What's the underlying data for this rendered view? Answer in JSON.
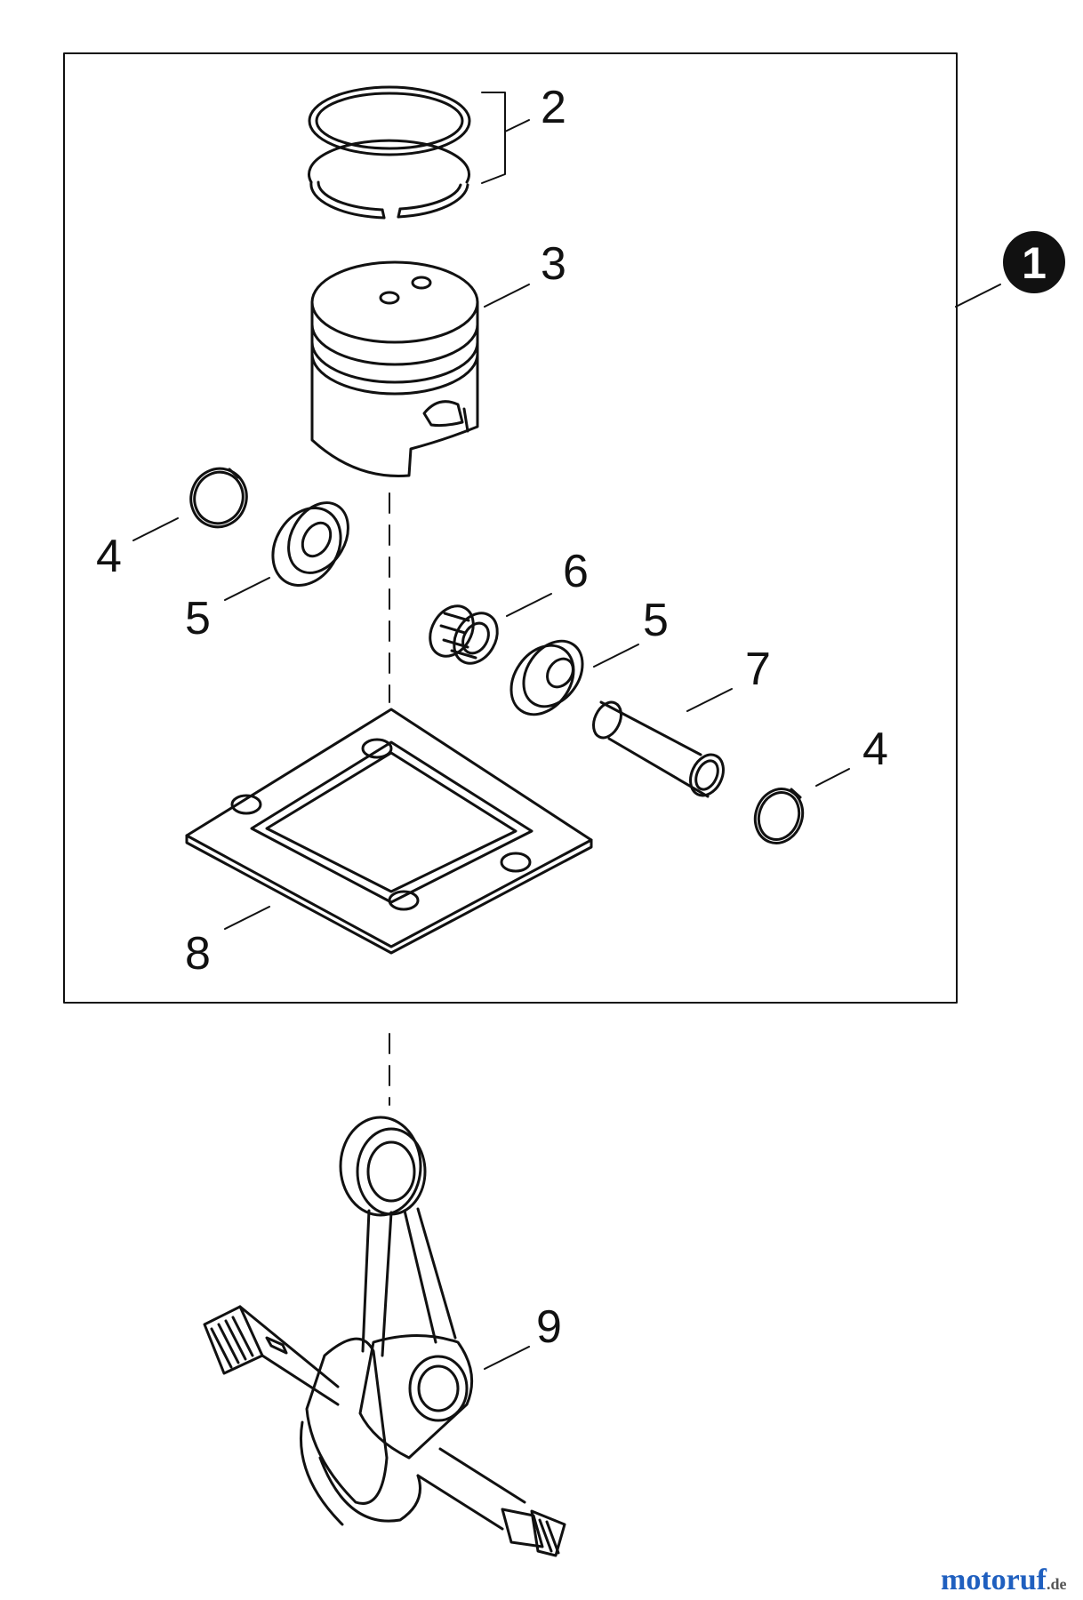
{
  "callouts": {
    "kit": "1",
    "rings": "2",
    "piston": "3",
    "circlip_left": "4",
    "washer_left": "5",
    "needle_bearing": "6",
    "washer_right": "5",
    "piston_pin": "7",
    "circlip_right": "4",
    "gasket": "8",
    "crankshaft": "9"
  },
  "watermark": {
    "main": "motoruf",
    "suffix": ".de",
    "colors": [
      "#1f5fbf",
      "#d8262b",
      "#2e9d3a",
      "#f2a900"
    ]
  }
}
